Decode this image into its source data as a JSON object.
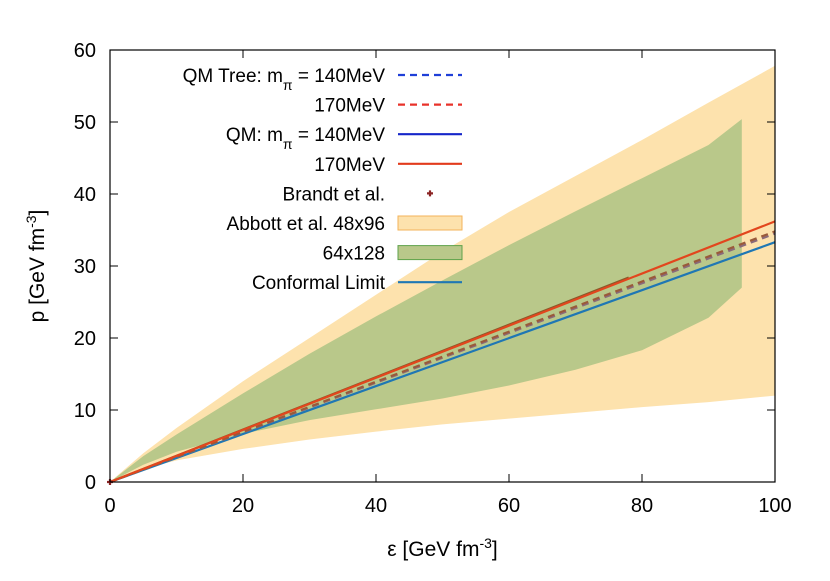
{
  "chart_data": {
    "type": "line",
    "xlabel": {
      "base": "ε [GeV fm",
      "sup": "-3",
      "end": "]"
    },
    "ylabel": {
      "base": "p [GeV fm",
      "sup": "-3",
      "end": "]"
    },
    "xlim": [
      0,
      100
    ],
    "ylim": [
      0,
      60
    ],
    "xticks": [
      "0",
      "20",
      "40",
      "60",
      "80",
      "100"
    ],
    "yticks": [
      "0",
      "10",
      "20",
      "30",
      "40",
      "50",
      "60"
    ],
    "grid": false,
    "legend_position": "top-left",
    "legend": [
      {
        "main": "QM Tree: m",
        "sub": "π",
        "tail": " = 140MeV",
        "style": "dashed",
        "color": "#1f3fd8"
      },
      {
        "main": "170MeV",
        "style": "dashed",
        "color": "#e8322a"
      },
      {
        "main": "QM: m",
        "sub": "π",
        "tail": " = 140MeV",
        "style": "solid",
        "color": "#1526c9"
      },
      {
        "main": "170MeV",
        "style": "solid",
        "color": "#e23b1d"
      },
      {
        "main": "Brandt et al.",
        "style": "point",
        "color": "#8b2323"
      },
      {
        "main": "Abbott et al. 48x96",
        "style": "band",
        "color": "#fde2ad",
        "border": "#f3b35a"
      },
      {
        "main": "64x128",
        "style": "band",
        "color": "#b9c88a",
        "border": "#5ea24a"
      },
      {
        "main": "Conformal Limit",
        "style": "solid",
        "color": "#1f77b4"
      }
    ],
    "bands": [
      {
        "name": "Abbott et al. 48x96",
        "color": "#fde2ad",
        "x": [
          0,
          5,
          10,
          20,
          30,
          40,
          50,
          60,
          70,
          80,
          90,
          100
        ],
        "y_low": [
          0,
          1.8,
          3.0,
          4.6,
          5.9,
          7.0,
          8.0,
          8.8,
          9.6,
          10.4,
          11.1,
          12.0
        ],
        "y_high": [
          0,
          4.0,
          7.5,
          14.0,
          20.0,
          26.0,
          32.0,
          37.5,
          42.5,
          47.5,
          52.7,
          57.8
        ]
      },
      {
        "name": "64x128",
        "color": "#b9c88a",
        "x": [
          0,
          5,
          10,
          20,
          30,
          40,
          50,
          60,
          70,
          80,
          90,
          95
        ],
        "y_low": [
          0,
          2.4,
          4.2,
          6.7,
          8.6,
          10.1,
          11.6,
          13.4,
          15.6,
          18.3,
          22.8,
          27.0
        ],
        "y_high": [
          0,
          3.6,
          6.6,
          12.3,
          17.8,
          23.0,
          28.0,
          32.9,
          37.6,
          42.2,
          46.8,
          50.4
        ]
      }
    ],
    "series": [
      {
        "name": "Conformal Limit",
        "style": "solid",
        "color": "#1f77b4",
        "x": [
          0,
          100
        ],
        "y": [
          0,
          33.3
        ]
      },
      {
        "name": "QM Tree: m_π = 140MeV",
        "style": "dashed",
        "color": "#8a6a7a",
        "x": [
          0,
          100
        ],
        "y": [
          0,
          34.5
        ]
      },
      {
        "name": "170MeV",
        "style": "dashed",
        "color": "#9a5a3a",
        "x": [
          0,
          100
        ],
        "y": [
          0,
          34.8
        ]
      },
      {
        "name": "QM: m_π = 140MeV",
        "style": "solid",
        "color": "#8a5a2a",
        "x": [
          0,
          78
        ],
        "y": [
          0,
          28.4
        ]
      },
      {
        "name": "170MeV",
        "style": "solid",
        "color": "#e2461d",
        "x": [
          0,
          100
        ],
        "y": [
          0,
          36.2
        ]
      },
      {
        "name": "Brandt et al.",
        "style": "point",
        "color": "#8b2323",
        "x": [
          0
        ],
        "y": [
          0
        ]
      }
    ]
  }
}
